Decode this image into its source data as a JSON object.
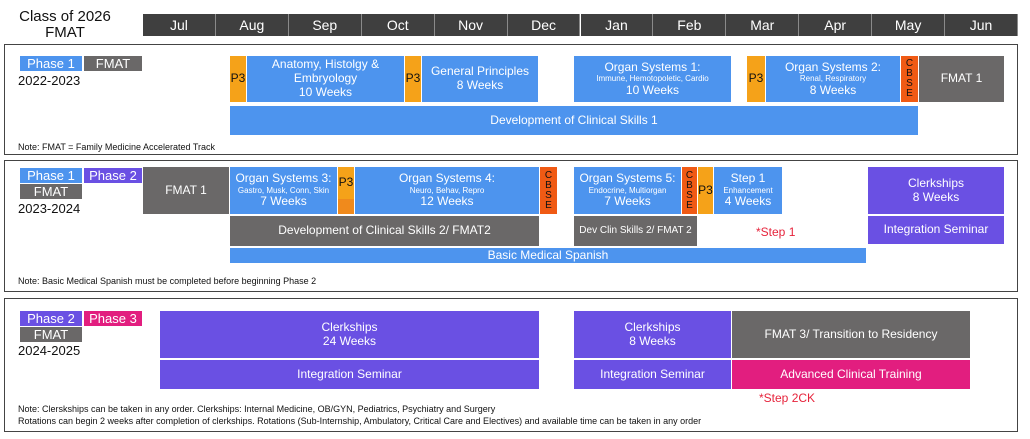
{
  "header": {
    "title_line1": "Class of 2026",
    "title_line2": "FMAT",
    "months": [
      "Jul",
      "Aug",
      "Sep",
      "Oct",
      "Nov",
      "Dec",
      "Jan",
      "Feb",
      "Mar",
      "Apr",
      "May",
      "Jun"
    ]
  },
  "y1": {
    "phase": "Phase 1",
    "fmat": "FMAT",
    "year": "2022-2023",
    "p3": "P3",
    "anat_l1": "Anatomy, Histolgy &",
    "anat_l2": "Embryology",
    "anat_l3": "10 Weeks",
    "gp_l1": "General Principles",
    "gp_l2": "8 Weeks",
    "os1_l1": "Organ Systems 1:",
    "os1_sub": "Immune, Hemotopoletic, Cardio",
    "os1_wk": "10 Weeks",
    "os2_l1": "Organ Systems 2:",
    "os2_sub": "Renal, Respiratory",
    "os2_wk": "8 Weeks",
    "cbse": [
      "C",
      "B",
      "S",
      "E"
    ],
    "fmat1": "FMAT 1",
    "dcs1": "Development of Clinical Skills 1",
    "note": "Note: FMAT = Family Medicine Accelerated Track"
  },
  "y2": {
    "phase1": "Phase 1",
    "phase2": "Phase 2",
    "fmat": "FMAT",
    "year": "2023-2024",
    "fmat1": "FMAT 1",
    "os3_l1": "Organ Systems 3:",
    "os3_sub": "Gastro, Musk, Conn, Skin",
    "os3_wk": "7 Weeks",
    "p3": "P3",
    "os4_l1": "Organ Systems 4:",
    "os4_sub": "Neuro, Behav, Repro",
    "os4_wk": "12 Weeks",
    "cbse": [
      "C",
      "B",
      "S",
      "E"
    ],
    "os5_l1": "Organ Systems 5:",
    "os5_sub": "Endocrine, Multiorgan",
    "os5_wk": "7 Weeks",
    "step1_l1": "Step 1",
    "step1_sub": "Enhancement",
    "step1_wk": "4 Weeks",
    "clerk_l1": "Clerkships",
    "clerk_wk": "8 Weeks",
    "integ": "Integration Seminar",
    "dcs2": "Development of Clinical Skills 2/ FMAT2",
    "devclin": "Dev Clin Skills 2/ FMAT 2",
    "step1_mark": "*Step 1",
    "spanish": "Basic Medical Spanish",
    "note": "Note: Basic Medical Spanish must be completed before beginning Phase 2"
  },
  "y3": {
    "phase2": "Phase 2",
    "phase3": "Phase 3",
    "fmat": "FMAT",
    "year": "2024-2025",
    "clerk24_l1": "Clerkships",
    "clerk24_wk": "24 Weeks",
    "integ": "Integration Seminar",
    "clerk8_l1": "Clerkships",
    "clerk8_wk": "8 Weeks",
    "fmat3": "FMAT 3/ Transition to Residency",
    "act": "Advanced Clinical Training",
    "step2": "*Step 2CK",
    "note1": "Note: Clerskships can be taken in any order. Clerkships: Internal Medicine, OB/GYN, Pediatrics, Psychiatry and Surgery",
    "note2": "Rotations can begin 2 weeks after completion of clerkships. Rotations (Sub-Internship, Ambulatory, Critical Care and Electives) and available time can be taken in any order"
  }
}
